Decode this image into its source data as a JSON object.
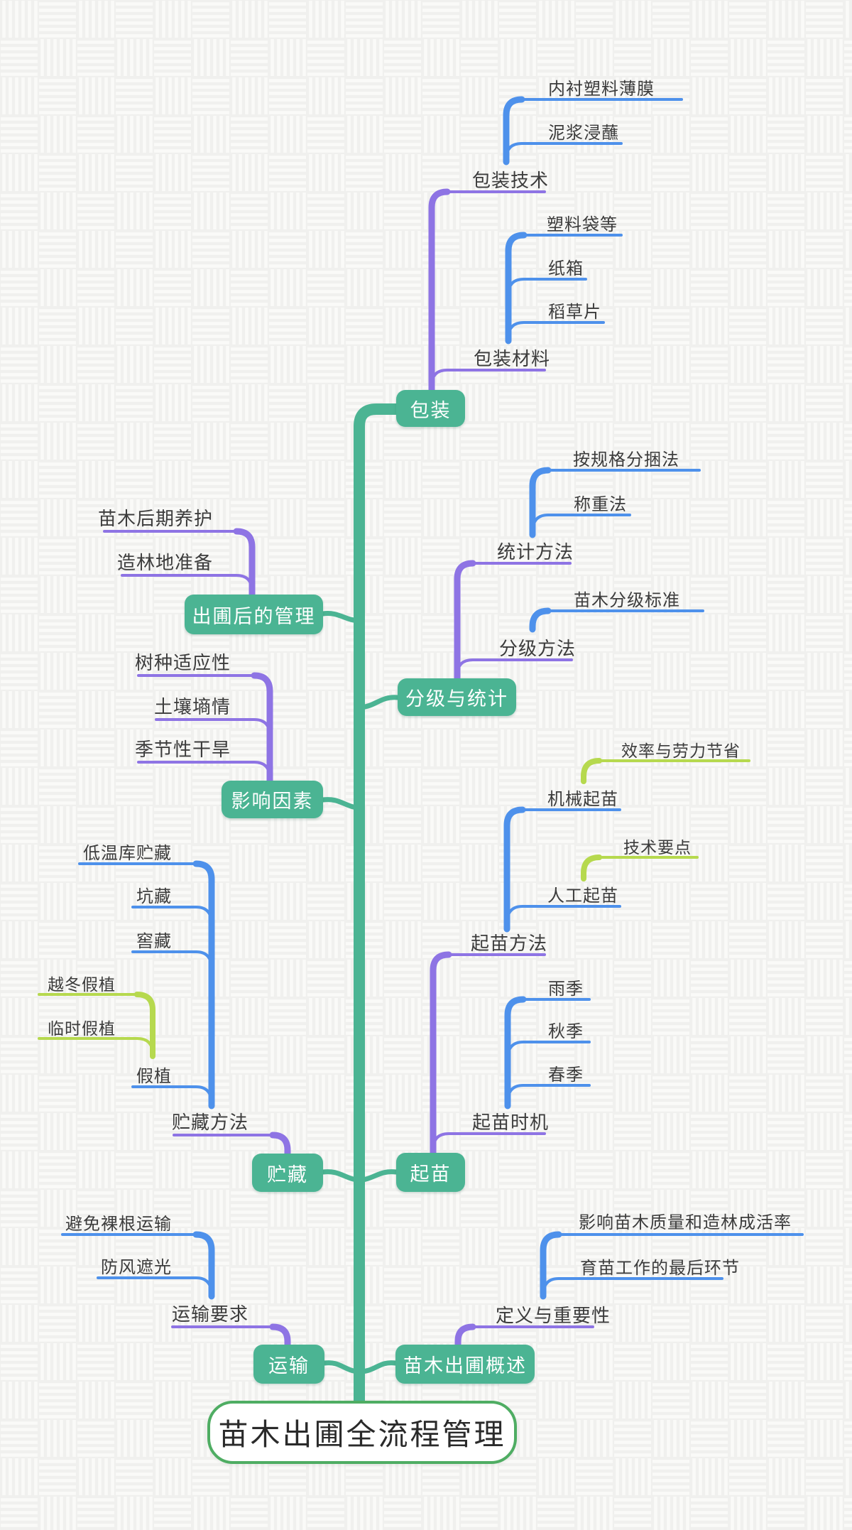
{
  "root": {
    "label": "苗木出圃全流程管理"
  },
  "colors": {
    "trunk_green": "#4bb493",
    "node_green": "#4bb493",
    "root_border_green": "#4fad63",
    "purple": "#8e74e4",
    "blue": "#4e91eb",
    "lime": "#b6d94e",
    "label_text": "#3c3c3c",
    "node_text": "#ffffff",
    "background": "#f0f0ee"
  },
  "branches": [
    {
      "label": "包装",
      "children": [
        {
          "label": "包装技术",
          "children": [
            {
              "label": "内衬塑料薄膜"
            },
            {
              "label": "泥浆浸蘸"
            }
          ]
        },
        {
          "label": "包装材料",
          "children": [
            {
              "label": "塑料袋等"
            },
            {
              "label": "纸箱"
            },
            {
              "label": "稻草片"
            }
          ]
        }
      ]
    },
    {
      "label": "分级与统计",
      "children": [
        {
          "label": "统计方法",
          "children": [
            {
              "label": "按规格分捆法"
            },
            {
              "label": "称重法"
            }
          ]
        },
        {
          "label": "分级方法",
          "children": [
            {
              "label": "苗木分级标准"
            }
          ]
        }
      ]
    },
    {
      "label": "出圃后的管理",
      "children": [
        {
          "label": "苗木后期养护"
        },
        {
          "label": "造林地准备"
        }
      ]
    },
    {
      "label": "影响因素",
      "children": [
        {
          "label": "树种适应性"
        },
        {
          "label": "土壤墒情"
        },
        {
          "label": "季节性干旱"
        }
      ]
    },
    {
      "label": "起苗",
      "children": [
        {
          "label": "起苗方法",
          "children": [
            {
              "label": "机械起苗",
              "children": [
                {
                  "label": "效率与劳力节省"
                }
              ]
            },
            {
              "label": "人工起苗",
              "children": [
                {
                  "label": "技术要点"
                }
              ]
            }
          ]
        },
        {
          "label": "起苗时机",
          "children": [
            {
              "label": "雨季"
            },
            {
              "label": "秋季"
            },
            {
              "label": "春季"
            }
          ]
        }
      ]
    },
    {
      "label": "贮藏",
      "children": [
        {
          "label": "贮藏方法",
          "children": [
            {
              "label": "低温库贮藏"
            },
            {
              "label": "坑藏"
            },
            {
              "label": "窖藏"
            },
            {
              "label": "假植",
              "children": [
                {
                  "label": "越冬假植"
                },
                {
                  "label": "临时假植"
                }
              ]
            }
          ]
        }
      ]
    },
    {
      "label": "运输",
      "children": [
        {
          "label": "运输要求",
          "children": [
            {
              "label": "避免裸根运输"
            },
            {
              "label": "防风遮光"
            }
          ]
        }
      ]
    },
    {
      "label": "苗木出圃概述",
      "children": [
        {
          "label": "定义与重要性",
          "children": [
            {
              "label": "影响苗木质量和造林成活率"
            },
            {
              "label": "育苗工作的最后环节"
            }
          ]
        }
      ]
    }
  ]
}
